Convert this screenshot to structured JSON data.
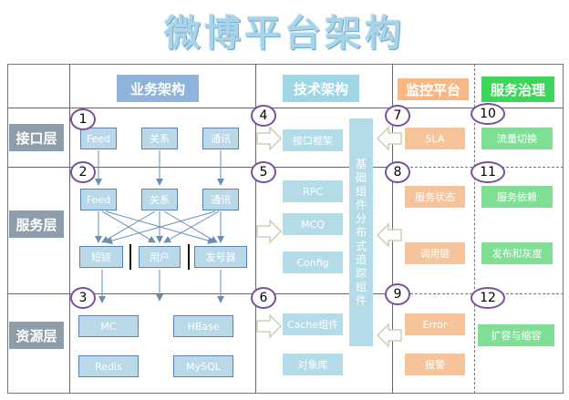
{
  "title": "微博平台架构",
  "headers": {
    "business": "业务架构",
    "tech": "技术架构",
    "monitor": "监控平台",
    "governance": "服务治理"
  },
  "layers": {
    "interface": "接口层",
    "service": "服务层",
    "resource": "资源层"
  },
  "numbers": [
    "1",
    "2",
    "3",
    "4",
    "5",
    "6",
    "7",
    "8",
    "9",
    "10",
    "11",
    "12"
  ],
  "business": {
    "interface": [
      "Feed",
      "关系",
      "通讯"
    ],
    "service_top": [
      "Feed",
      "关系",
      "通讯"
    ],
    "service_bottom": [
      "短链",
      "用户",
      "发号器"
    ],
    "resource": [
      "MC",
      "HBase",
      "Redis",
      "MySQL"
    ]
  },
  "tech": {
    "interface": "接口框架",
    "service": [
      "RPC",
      "MCQ",
      "Config"
    ],
    "resource": [
      "Cache组件",
      "对象库"
    ],
    "vertical": "基础组件 分布式追踪组件"
  },
  "monitor": {
    "interface": "SLA",
    "service": [
      "服务状态",
      "调用链"
    ],
    "resource": [
      "Error",
      "报警"
    ]
  },
  "governance": {
    "interface": "流量切换",
    "service": [
      "服务依赖",
      "发布和灰度"
    ],
    "resource": "扩容与缩容"
  },
  "colors": {
    "header_blue": "#8fb3da",
    "header_teal": "#9fd6e6",
    "header_orange": "#f7b884",
    "header_green": "#3dd65a",
    "layer_gray": "#8d9eaa"
  }
}
